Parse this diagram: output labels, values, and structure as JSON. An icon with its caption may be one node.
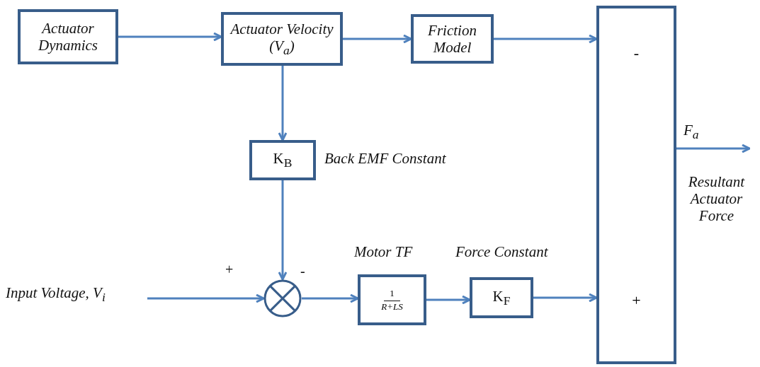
{
  "diagram": {
    "nodes": [
      {
        "text": [
          "Actuator Dynamics"
        ]
      },
      {
        "text": [
          "Actuator Velocity (V$_{a}$)"
        ]
      },
      {
        "text": [
          "Friction Model"
        ]
      },
      {
        "text": [
          "K$_{B}$"
        ],
        "beside": [
          "Back EMF Constant"
        ]
      },
      {
        "text": [
          "Input Voltage, V$_{i}$"
        ]
      },
      {
        "text": [],
        "shape": "circle"
      },
      {
        "text": [
          "1",
          "R+LS"
        ],
        "beside": [
          "Motor TF"
        ]
      },
      {
        "text": [
          "K$_{F}$"
        ],
        "beside": [
          "Force Constant"
        ]
      },
      {
        "text": [
          "-",
          "+"
        ],
        "beside": [
          "Resultant Actuator Force"
        ]
      }
    ],
    "edges": [
      {
        "from": 0,
        "to": 1,
        "arrow": "to"
      },
      {
        "from": 1,
        "to": 2,
        "arrow": "to"
      },
      {
        "from": 2,
        "to": 8,
        "arrow": "to"
      },
      {
        "from": 1,
        "to": 3,
        "arrow": "to"
      },
      {
        "from": 3,
        "to": 5,
        "arrow": "to"
      },
      {
        "from": 4,
        "to": 5,
        "arrow": "to"
      },
      {
        "from": 5,
        "to": 6,
        "arrow": "to"
      },
      {
        "from": 6,
        "to": 7,
        "arrow": "to"
      },
      {
        "from": 7,
        "to": 8,
        "arrow": "to"
      },
      {
        "from": 8,
        "to": null,
        "arrow": "to",
        "label": "F$_{a}$"
      }
    ],
    "labels": [
      "+",
      "-"
    ]
  }
}
